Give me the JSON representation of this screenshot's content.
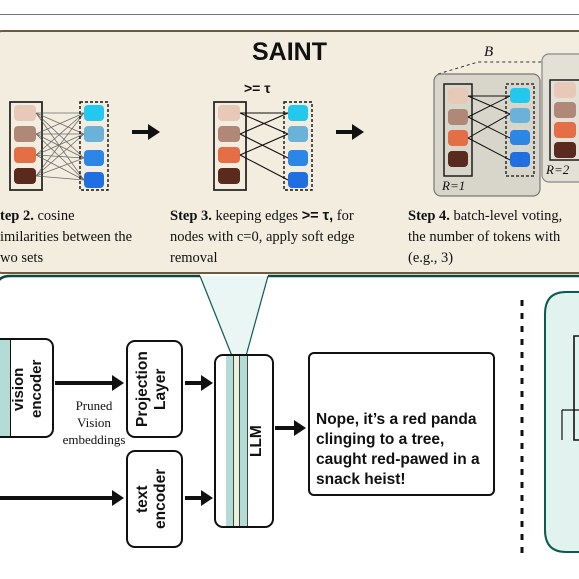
{
  "title": "SAINT",
  "steps": {
    "step2": {
      "label": "tep 2.",
      "text_lines": [
        "cosine",
        "imilarities between the",
        "wo sets"
      ]
    },
    "step3": {
      "label": "Step 3.",
      "text_1": "keeping edges",
      "text_op": ">= τ,",
      "text_2": "for",
      "line2": "nodes with c=0, apply soft edge",
      "line3": "removal",
      "tau_label": ">= τ"
    },
    "step4": {
      "label": "Step 4.",
      "line1": "batch-level voting,",
      "line2": "the number of tokens with",
      "line3": "(e.g., 3)",
      "batch_label": "B",
      "r1_label": "R=1",
      "r2_label": "R=2"
    }
  },
  "pipeline": {
    "vision_encoder": "vision encoder",
    "pruned_label_lines": [
      "Pruned",
      "Vision",
      "embeddings"
    ],
    "projection_layer": "Projection Layer",
    "text_encoder": "text encoder",
    "llm": "LLM",
    "answer": "Nope, it’s a red panda clinging to a tree, caught red-pawed in a snack heist!",
    "robot_icon": "robot-icon"
  },
  "colors": {
    "panel_bg": "#f3ede0",
    "token_pale": "#e8c9b8",
    "token_light": "#b08878",
    "token_orange": "#e46e45",
    "token_dark": "#5a2a1e",
    "text_cyan": "#22c8ee",
    "text_sky": "#6ab2d8",
    "text_blue": "#2b86e6",
    "text_navy": "#1f6fe0",
    "encoder_teal": "#b2dcd5",
    "right_panel": "#e2f3ef"
  }
}
